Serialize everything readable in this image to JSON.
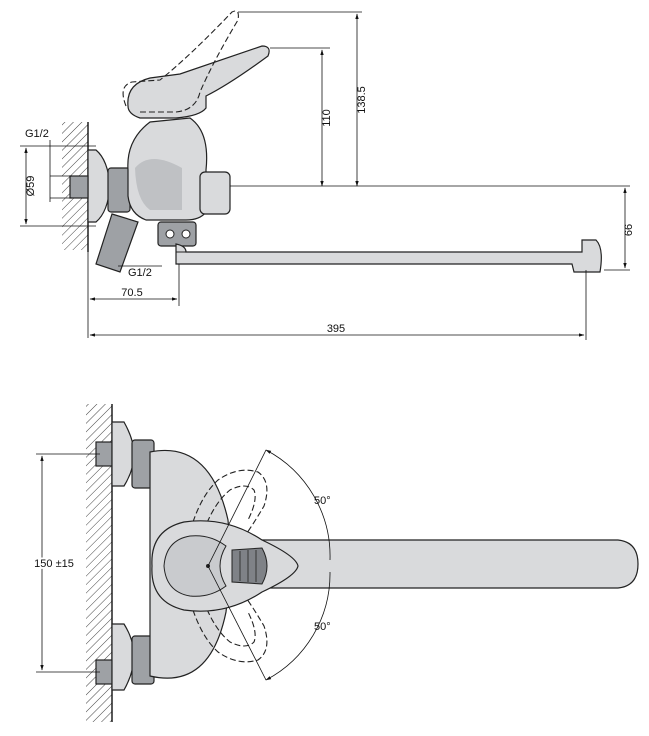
{
  "side_view": {
    "dims": {
      "height_110": "110",
      "height_138_5": "138.5",
      "thread_top": "G1/2",
      "diameter": "Ø59",
      "height_66": "66",
      "thread_bottom": "G1/2",
      "depth_70_5": "70.5",
      "spout_395": "395"
    }
  },
  "top_view": {
    "dims": {
      "spacing": "150 ±15",
      "angle_upper": "50°",
      "angle_lower": "50°"
    }
  }
}
